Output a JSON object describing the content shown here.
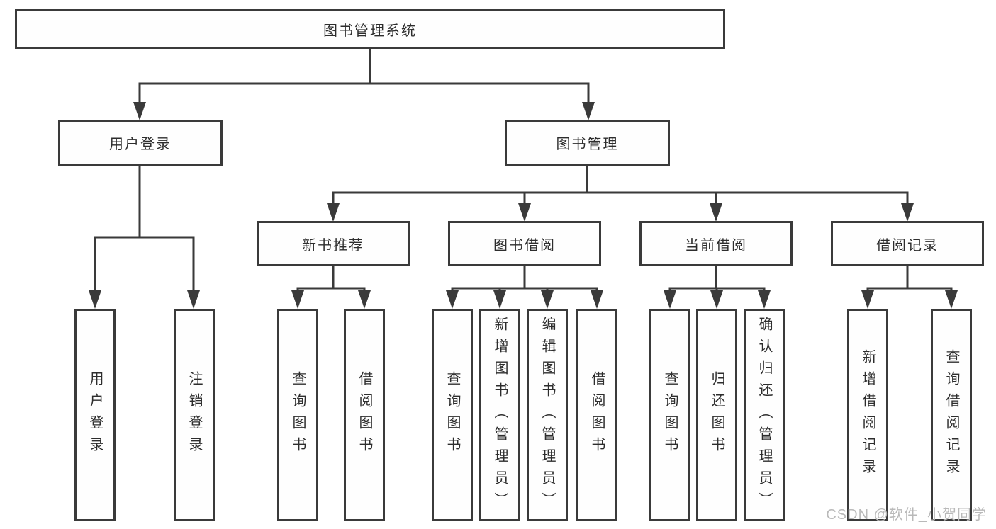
{
  "diagram": {
    "type": "hierarchy-tree",
    "title": "图书管理系统",
    "colors": {
      "line": "#3a3a3a",
      "box_border": "#3a3a3a",
      "box_fill": "#fefefe",
      "text": "#2d2d2d",
      "watermark": "#b9b9b9"
    }
  },
  "nodes": {
    "root": "图书管理系统",
    "user_login": "用户登录",
    "book_mgmt": "图书管理",
    "new_book_rec": "新书推荐",
    "book_borrow": "图书借阅",
    "current_borrow": "当前借阅",
    "borrow_records": "借阅记录",
    "leaf_user_login": "用户登录",
    "leaf_logout": "注销登录",
    "leaf_nbr_query": "查询图书",
    "leaf_nbr_borrow": "借阅图书",
    "leaf_bb_query": "查询图书",
    "leaf_bb_add": "新增图书（管理员）",
    "leaf_bb_edit": "编辑图书（管理员）",
    "leaf_bb_borrow": "借阅图书",
    "leaf_cb_query": "查询图书",
    "leaf_cb_return": "归还图书",
    "leaf_cb_confirm": "确认归还（管理员）",
    "leaf_br_add": "新增借阅记录",
    "leaf_br_query": "查询借阅记录"
  },
  "edges": [
    {
      "parent": "图书管理系统",
      "children": [
        "用户登录",
        "图书管理"
      ]
    },
    {
      "parent": "用户登录",
      "children": [
        "用户登录",
        "注销登录"
      ]
    },
    {
      "parent": "图书管理",
      "children": [
        "新书推荐",
        "图书借阅",
        "当前借阅",
        "借阅记录"
      ]
    },
    {
      "parent": "新书推荐",
      "children": [
        "查询图书",
        "借阅图书"
      ]
    },
    {
      "parent": "图书借阅",
      "children": [
        "查询图书",
        "新增图书（管理员）",
        "编辑图书（管理员）",
        "借阅图书"
      ]
    },
    {
      "parent": "当前借阅",
      "children": [
        "查询图书",
        "归还图书",
        "确认归还（管理员）"
      ]
    },
    {
      "parent": "借阅记录",
      "children": [
        "新增借阅记录",
        "查询借阅记录"
      ]
    }
  ],
  "watermark": "CSDN @软件_小贺同学"
}
